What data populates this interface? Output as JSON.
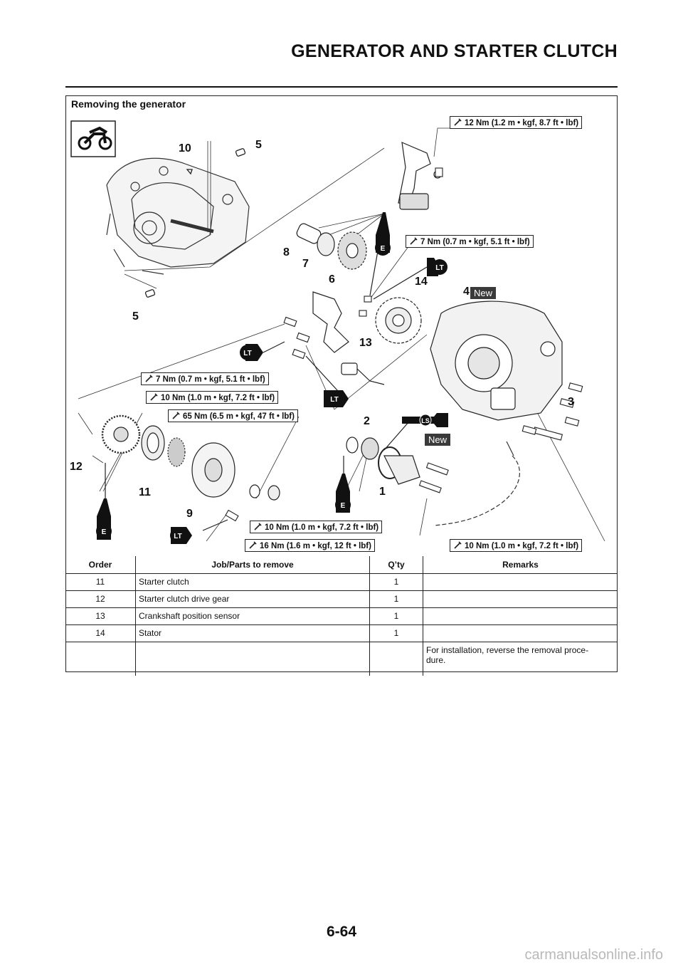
{
  "header": {
    "title": "GENERATOR AND STARTER CLUTCH"
  },
  "section": {
    "title": "Removing the generator"
  },
  "diagram": {
    "callouts": [
      "10",
      "5",
      "8",
      "7",
      "6",
      "14",
      "4",
      "5",
      "13",
      "3",
      "2",
      "12",
      "11",
      "1",
      "9"
    ],
    "new_tag_1": "New",
    "new_tag_2": "New",
    "badges": {
      "lt": "LT",
      "e": "E",
      "ls": "LS"
    },
    "torque": {
      "t1": "12 Nm (1.2 m • kgf, 8.7 ft • lbf)",
      "t2": "7 Nm (0.7 m • kgf, 5.1 ft • lbf)",
      "t3": "7 Nm (0.7 m • kgf, 5.1 ft • lbf)",
      "t4": "10 Nm (1.0 m • kgf, 7.2 ft • lbf)",
      "t5": "65 Nm (6.5 m • kgf, 47 ft • lbf)",
      "t6": "10 Nm (1.0 m • kgf, 7.2 ft • lbf)",
      "t7": "16 Nm (1.6 m • kgf, 12 ft • lbf)",
      "t8": "10 Nm (1.0 m • kgf, 7.2 ft • lbf)"
    }
  },
  "table": {
    "headers": {
      "order": "Order",
      "job": "Job/Parts to remove",
      "qty": "Q’ty",
      "remarks": "Remarks"
    },
    "rows": [
      {
        "order": "11",
        "job": "Starter clutch",
        "qty": "1",
        "remarks": ""
      },
      {
        "order": "12",
        "job": "Starter clutch drive gear",
        "qty": "1",
        "remarks": ""
      },
      {
        "order": "13",
        "job": "Crankshaft position sensor",
        "qty": "1",
        "remarks": ""
      },
      {
        "order": "14",
        "job": "Stator",
        "qty": "1",
        "remarks": ""
      }
    ],
    "note": "For installation, reverse the removal proce-\ndure."
  },
  "footer": {
    "page_number": "6-64",
    "watermark": "carmanualsonline.info"
  }
}
